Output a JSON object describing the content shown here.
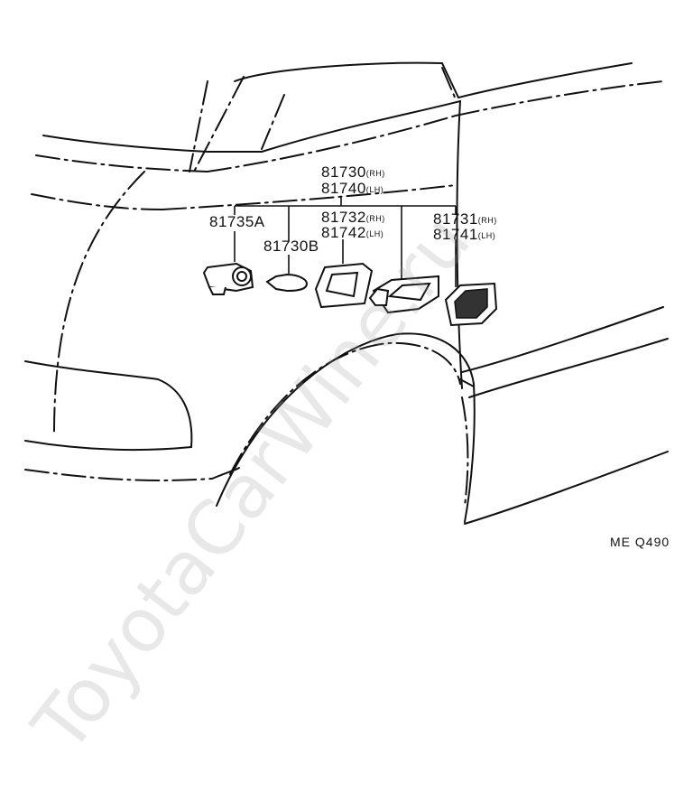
{
  "labels": {
    "p81730": "81730",
    "p81730_suffix": "(RH)",
    "p81740": "81740",
    "p81740_suffix": "(LH)",
    "p81735A": "81735A",
    "p81730B": "81730B",
    "p81732": "81732",
    "p81732_suffix": "(RH)",
    "p81742": "81742",
    "p81742_suffix": "(LH)",
    "p81731": "81731",
    "p81731_suffix": "(RH)",
    "p81741": "81741",
    "p81741_suffix": "(LH)"
  },
  "diagram_code": "ME Q490",
  "watermark": "ToyotaCarWine.ru"
}
